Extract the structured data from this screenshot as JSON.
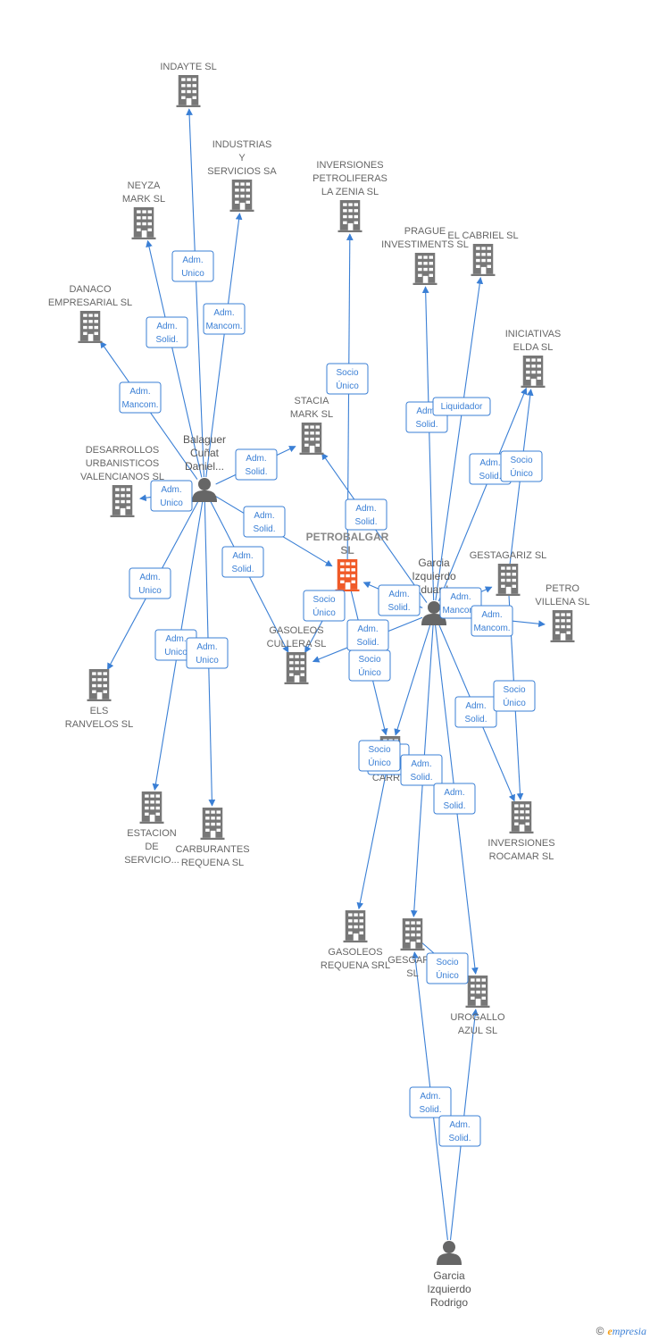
{
  "colors": {
    "edge": "#3a7fd5",
    "building": "#777777",
    "main_building": "#f05a28",
    "person": "#666666"
  },
  "companies": [
    {
      "id": "indayte",
      "lines": [
        "INDAYTE SL"
      ]
    },
    {
      "id": "industrias",
      "lines": [
        "INDUSTRIAS",
        "Y",
        "SERVICIOS SA"
      ]
    },
    {
      "id": "neyza",
      "lines": [
        "NEYZA",
        "MARK  SL"
      ]
    },
    {
      "id": "danaco",
      "lines": [
        "DANACO",
        "EMPRESARIAL SL"
      ]
    },
    {
      "id": "inversiones_petro",
      "lines": [
        "INVERSIONES",
        "PETROLIFERAS",
        "LA ZENIA  SL"
      ]
    },
    {
      "id": "prague",
      "lines": [
        "PRAGUE",
        "INVESTIMENTS SL"
      ]
    },
    {
      "id": "cabriel",
      "lines": [
        "EL CABRIEL SL"
      ]
    },
    {
      "id": "iniciativas",
      "lines": [
        "INICIATIVAS",
        "ELDA  SL"
      ]
    },
    {
      "id": "stacia",
      "lines": [
        "STACIA",
        "MARK  SL"
      ]
    },
    {
      "id": "desarrollos",
      "lines": [
        "DESARROLLOS",
        "URBANISTICOS",
        "VALENCIANOS SL"
      ]
    },
    {
      "id": "petrobalgar",
      "lines": [
        "PETROBALGAR",
        "SL"
      ],
      "main": true
    },
    {
      "id": "gestagariz",
      "lines": [
        "GESTAGARIZ SL"
      ]
    },
    {
      "id": "petro_villena",
      "lines": [
        "PETRO",
        "VILLENA  SL"
      ]
    },
    {
      "id": "gasoleos_cullera",
      "lines": [
        "GASOLEOS",
        "CULLERA  SL"
      ]
    },
    {
      "id": "els_ranvelos",
      "lines": [
        "ELS",
        "RANVELOS SL"
      ]
    },
    {
      "id": "carr",
      "lines": [
        "CARR..."
      ]
    },
    {
      "id": "inversiones_rocamar",
      "lines": [
        "INVERSIONES",
        "ROCAMAR  SL"
      ]
    },
    {
      "id": "estacion",
      "lines": [
        "ESTACION",
        "DE",
        "SERVICIO..."
      ]
    },
    {
      "id": "carburantes",
      "lines": [
        "CARBURANTES",
        "REQUENA SL"
      ]
    },
    {
      "id": "gasoleos_requena",
      "lines": [
        "GASOLEOS",
        "REQUENA SRL"
      ]
    },
    {
      "id": "gesgaro",
      "lines": [
        "GESGARO",
        "SL"
      ]
    },
    {
      "id": "urogallo",
      "lines": [
        "UROGALLO",
        "AZUL  SL"
      ]
    }
  ],
  "people": [
    {
      "id": "balaguer",
      "lines": [
        "Balaguer",
        "Cuñat",
        "Daniel..."
      ]
    },
    {
      "id": "garcia_eduardo",
      "lines": [
        "Garcia",
        "Izquierdo",
        "Eduardo"
      ]
    },
    {
      "id": "garcia_rodrigo",
      "lines": [
        "Garcia",
        "Izquierdo",
        "Rodrigo"
      ]
    }
  ],
  "relations": [
    {
      "from": "balaguer",
      "to": "indayte",
      "label": [
        "Adm.",
        "Unico"
      ]
    },
    {
      "from": "balaguer",
      "to": "industrias",
      "label": [
        "Adm.",
        "Mancom."
      ]
    },
    {
      "from": "balaguer",
      "to": "neyza",
      "label": [
        "Adm.",
        "Solid."
      ]
    },
    {
      "from": "balaguer",
      "to": "danaco",
      "label": [
        "Adm.",
        "Mancom."
      ]
    },
    {
      "from": "balaguer",
      "to": "stacia",
      "label": [
        "Adm.",
        "Solid."
      ]
    },
    {
      "from": "balaguer",
      "to": "desarrollos",
      "label": [
        "Adm.",
        "Unico"
      ]
    },
    {
      "from": "balaguer",
      "to": "petrobalgar",
      "label": [
        "Adm.",
        "Solid."
      ]
    },
    {
      "from": "balaguer",
      "to": "gasoleos_cullera",
      "label": [
        "Adm.",
        "Solid."
      ]
    },
    {
      "from": "balaguer",
      "to": "els_ranvelos",
      "label": [
        "Adm.",
        "Unico"
      ]
    },
    {
      "from": "balaguer",
      "to": "estacion",
      "label": [
        "Adm.",
        "Unico"
      ]
    },
    {
      "from": "balaguer",
      "to": "carburantes",
      "label": [
        "Adm.",
        "Unico"
      ]
    },
    {
      "from": "petrobalgar",
      "to": "inversiones_petro",
      "label": [
        "Socio",
        "Único"
      ]
    },
    {
      "from": "garcia_eduardo",
      "to": "stacia",
      "label": [
        "Adm.",
        "Solid."
      ]
    },
    {
      "from": "petrobalgar",
      "to": "gasoleos_cullera",
      "label": [
        "Socio",
        "Único"
      ]
    },
    {
      "from": "garcia_eduardo",
      "to": "prague",
      "label": [
        "Adm.",
        "Solid."
      ]
    },
    {
      "from": "garcia_eduardo",
      "to": "cabriel",
      "label": [
        "Liquidador"
      ]
    },
    {
      "from": "garcia_eduardo",
      "to": "iniciativas",
      "label": [
        "Adm.",
        "Solid."
      ]
    },
    {
      "from": "gestagariz",
      "to": "iniciativas",
      "label": [
        "Socio",
        "Único"
      ]
    },
    {
      "from": "garcia_eduardo",
      "to": "petrobalgar",
      "label": [
        "Adm.",
        "Solid."
      ]
    },
    {
      "from": "garcia_eduardo",
      "to": "gestagariz",
      "label": [
        "Adm.",
        "Mancom."
      ]
    },
    {
      "from": "garcia_eduardo",
      "to": "petro_villena",
      "label": [
        "Adm.",
        "Mancom."
      ]
    },
    {
      "from": "garcia_eduardo",
      "to": "gasoleos_cullera",
      "label": [
        "Adm.",
        "Solid."
      ]
    },
    {
      "from": "petrobalgar",
      "to": "carr",
      "label": [
        "Socio",
        "Único"
      ]
    },
    {
      "from": "garcia_eduardo",
      "to": "inversiones_rocamar",
      "label": [
        "Adm.",
        "Solid."
      ]
    },
    {
      "from": "gestagariz",
      "to": "inversiones_rocamar",
      "label": [
        "Socio",
        "Único"
      ]
    },
    {
      "from": "garcia_eduardo",
      "to": "carr",
      "label": [
        "Adm.",
        "Mancom."
      ]
    },
    {
      "from": "carr",
      "to": "gasoleos_requena",
      "label": [
        "Socio",
        "Único"
      ]
    },
    {
      "from": "garcia_eduardo",
      "to": "gesgaro",
      "label": [
        "Adm.",
        "Solid."
      ]
    },
    {
      "from": "garcia_eduardo",
      "to": "urogallo",
      "label": [
        "Adm.",
        "Solid."
      ]
    },
    {
      "from": "gesgaro",
      "to": "urogallo",
      "label": [
        "Socio",
        "Único"
      ]
    },
    {
      "from": "garcia_rodrigo",
      "to": "gesgaro",
      "label": [
        "Adm.",
        "Solid."
      ]
    },
    {
      "from": "garcia_rodrigo",
      "to": "urogallo",
      "label": [
        "Adm.",
        "Solid."
      ]
    }
  ],
  "brand": {
    "copyright": "©",
    "initial": "e",
    "rest": "mpresia"
  }
}
